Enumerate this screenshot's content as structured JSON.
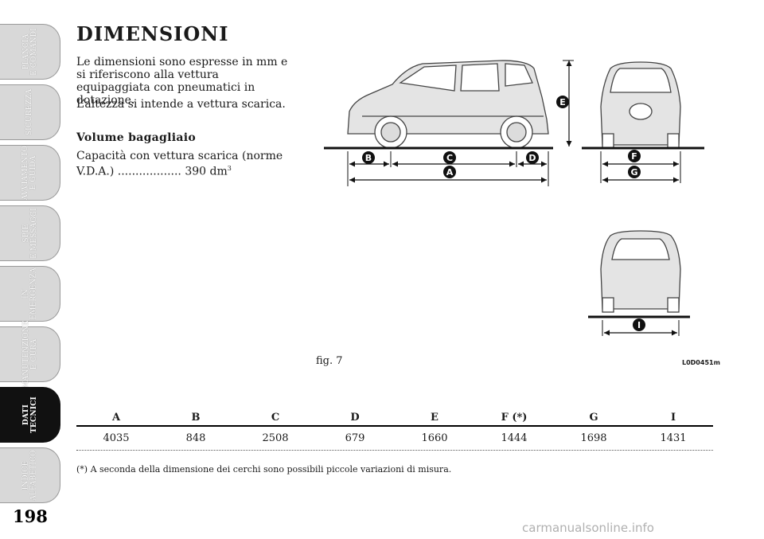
{
  "sidebar": {
    "tabs": [
      {
        "label": "PLANCIA\nE COMANDI",
        "active": false
      },
      {
        "label": "SICUREZZA",
        "active": false
      },
      {
        "label": "AVVIAMENTO\nE GUIDA",
        "active": false
      },
      {
        "label": "SPIE\nE MESSAGGI",
        "active": false
      },
      {
        "label": "IN\nEMERGENZA",
        "active": false
      },
      {
        "label": "MANUTENZIONE\nE CURA",
        "active": false
      },
      {
        "label": "DATI\nTECNICI",
        "active": true
      },
      {
        "label": "INDICE\nALFABETICO",
        "active": false
      }
    ]
  },
  "page": {
    "number": "198",
    "title": "DIMENSIONI",
    "paragraph1": "Le dimensioni sono espresse in mm e si riferiscono alla vettura equipaggiata con pneumatici in dotazione.",
    "paragraph2": "L’altezza si intende a vettura scarica.",
    "subheading": "Volume bagagliaio",
    "volume_text": "Capacità con vettura scarica (norme V.D.A.) .................. 390 dm",
    "volume_unit_sup": "3"
  },
  "figure": {
    "caption": "fig. 7",
    "code": "L0D0451m",
    "markers": [
      "A",
      "B",
      "C",
      "D",
      "E",
      "F",
      "G",
      "I"
    ]
  },
  "table": {
    "headers": [
      "A",
      "B",
      "C",
      "D",
      "E",
      "F (*)",
      "G",
      "I"
    ],
    "values": [
      "4035",
      "848",
      "2508",
      "679",
      "1660",
      "1444",
      "1698",
      "1431"
    ],
    "footnote": "(*) A seconda della dimensione dei cerchi sono possibili piccole variazioni di misura."
  },
  "watermark": "carmanualsonline.info",
  "colors": {
    "active_tab": "#111111",
    "inactive_tab": "#d8d8d8",
    "marker": "#111111"
  }
}
